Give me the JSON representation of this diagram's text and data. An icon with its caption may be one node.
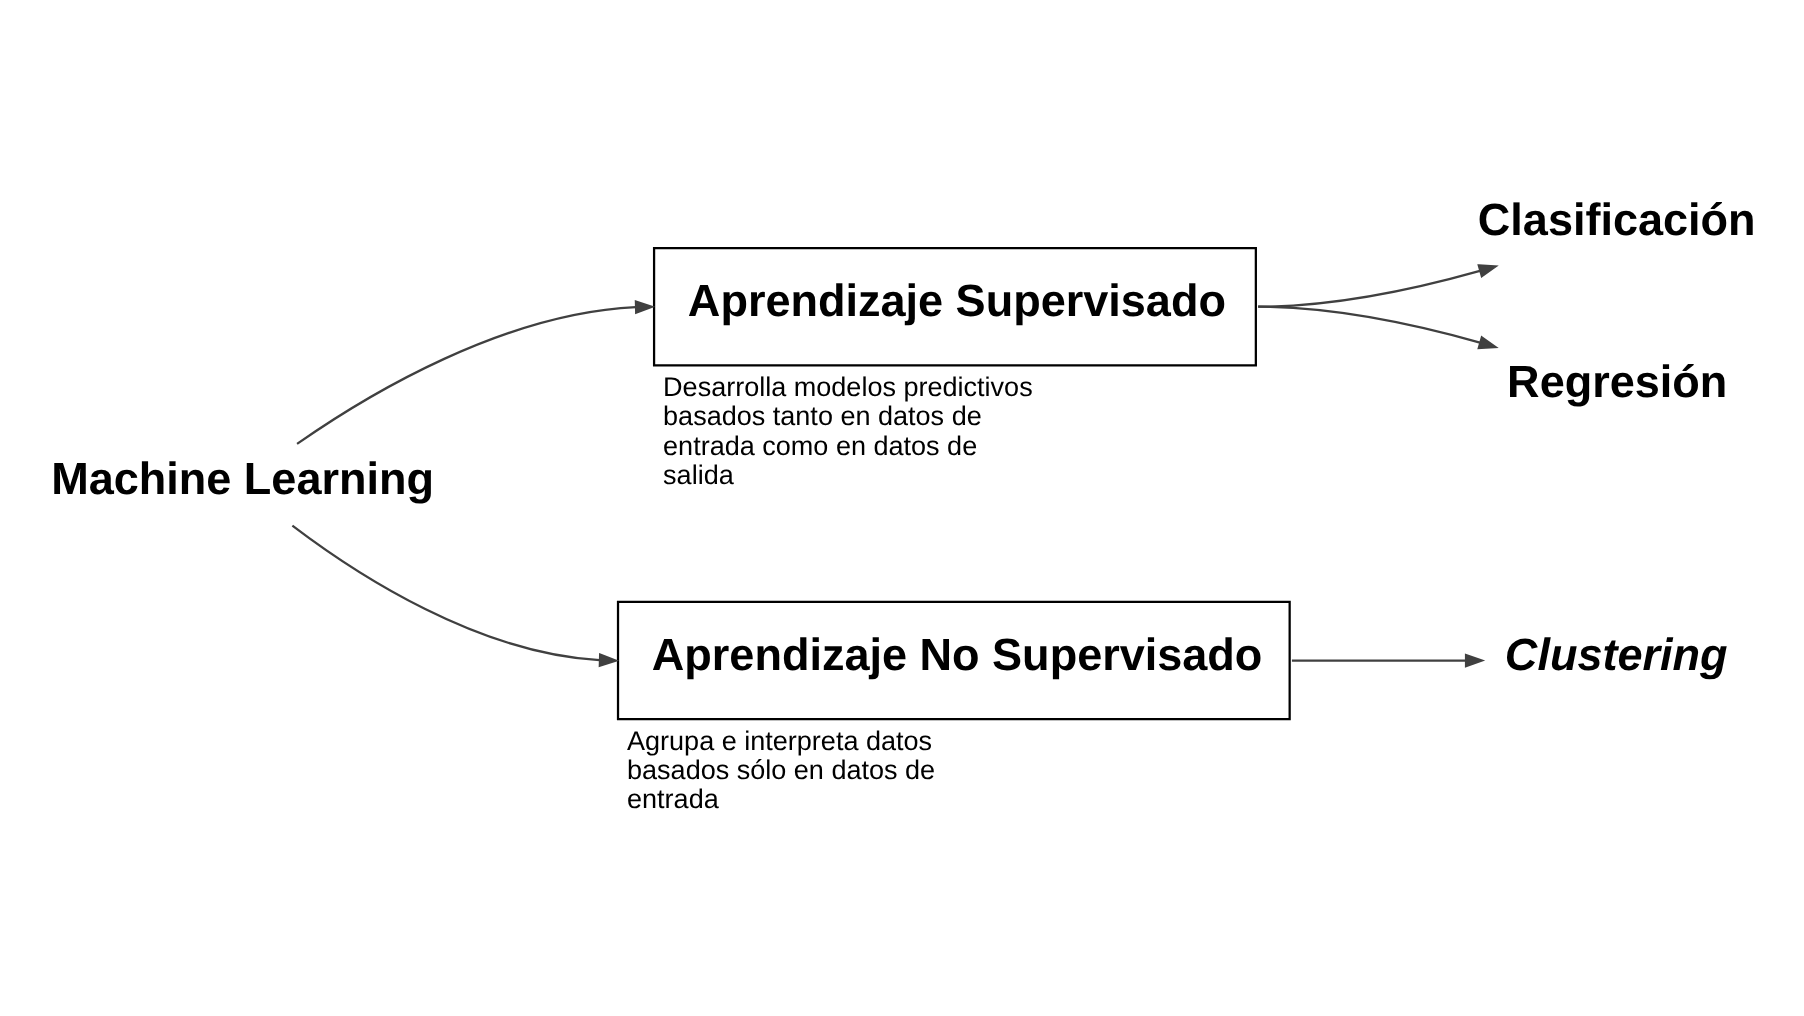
{
  "diagram": {
    "nodes": [
      {
        "text": [
          "Machine Learning"
        ]
      },
      {
        "text": [
          "Aprendizaje Supervisado"
        ],
        "beside": [
          "Desarrolla modelos predictivos basados tanto en datos de entrada como en datos de salida"
        ]
      },
      {
        "text": [
          "Clasificación"
        ]
      },
      {
        "text": [
          "Regresión"
        ]
      },
      {
        "text": [
          "Aprendizaje No Supervisado"
        ],
        "beside": [
          "Agrupa e interpreta datos basados sólo en datos de entrada"
        ]
      },
      {
        "text": [
          "Clustering"
        ]
      }
    ],
    "edges": [
      {
        "from": 0,
        "to": 1,
        "arrow": "to"
      },
      {
        "from": 0,
        "to": 4,
        "arrow": "to"
      },
      {
        "from": 1,
        "to": 2,
        "arrow": "to"
      },
      {
        "from": 1,
        "to": 3,
        "arrow": "to"
      },
      {
        "from": 4,
        "to": 5,
        "arrow": "to"
      }
    ]
  }
}
